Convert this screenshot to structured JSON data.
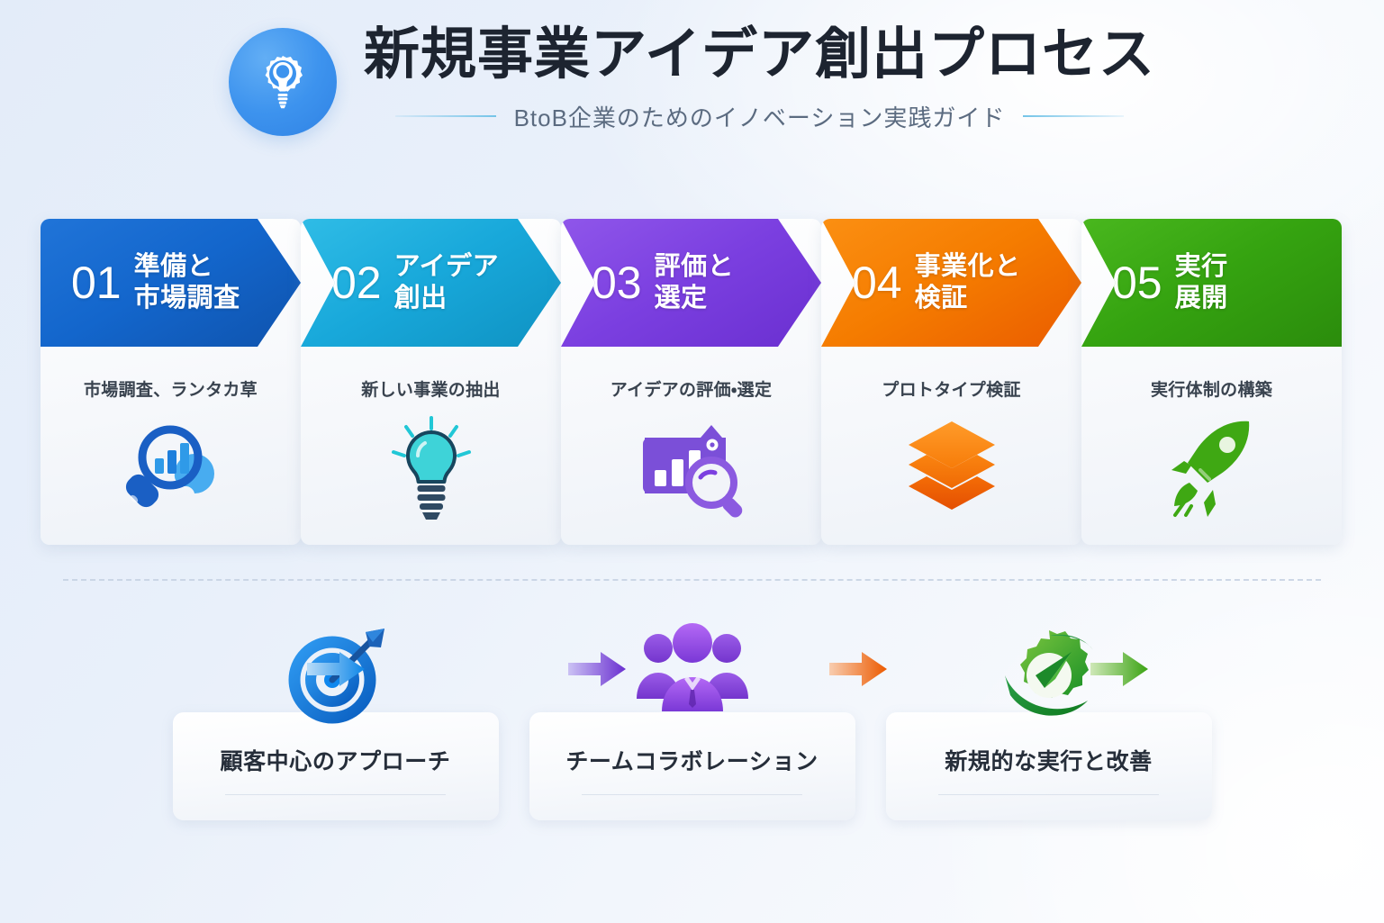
{
  "header": {
    "logo_icon": "lightbulb-gear-icon",
    "title": "新規事業アイデア創出プロセス",
    "subtitle": "BtoB企業のためのイノベーション実践ガイド",
    "logo_color": "#3d93ee",
    "rule_color": "#74c4e8"
  },
  "steps": [
    {
      "number": "01",
      "title": "準備と\n市場調査",
      "title_line1": "準備と",
      "title_line2": "市場調査",
      "description": "市場調査、ランタカ草",
      "color": "#1366cc",
      "color_dark": "#0f53ad",
      "icon": "magnifier-barchart-icon"
    },
    {
      "number": "02",
      "title": "アイデア\n創出",
      "title_line1": "アイデア",
      "title_line2": "創出",
      "description": "新しい事業の抽出",
      "color": "#18a8da",
      "color_dark": "#0f92c2",
      "icon": "lightbulb-icon"
    },
    {
      "number": "03",
      "title": "評価と\n選定",
      "title_line1": "評価と",
      "title_line2": "選定",
      "description": "アイデアの評価・選定",
      "color": "#7b3fe0",
      "color_dark": "#6a2fd0",
      "icon": "chart-document-magnifier-icon"
    },
    {
      "number": "04",
      "title": "事業化と\n検証",
      "title_line1": "事業化と",
      "title_line2": "検証",
      "description": "プロトタイプ検証",
      "color": "#f57c00",
      "color_dark": "#ea5c00",
      "icon": "stacked-layers-icon"
    },
    {
      "number": "05",
      "title": "実行\n展開",
      "title_line1": "実行",
      "title_line2": "展開",
      "description": "実行体制の構築",
      "color": "#35a310",
      "color_dark": "#2b8c0c",
      "icon": "rocket-icon"
    }
  ],
  "connectors": [
    {
      "name": "arrow-step1-to-step2",
      "color": "#1f9bf0"
    },
    {
      "name": "arrow-step2-to-step3",
      "color": "#7b3fe0"
    },
    {
      "name": "arrow-step3-to-step4",
      "color": "#f4640a"
    },
    {
      "name": "arrow-step4-to-step5",
      "color": "#4caf1f"
    }
  ],
  "features": [
    {
      "label": "顧客中心のアプローチ",
      "icon": "target-dart-icon",
      "color": "#1479d6"
    },
    {
      "label": "チームコラボレーション",
      "icon": "team-people-icon",
      "color": "#7b3fe0"
    },
    {
      "label": "新規的な実行と改善",
      "icon": "gear-compass-icon",
      "color": "#2f9a19"
    }
  ]
}
